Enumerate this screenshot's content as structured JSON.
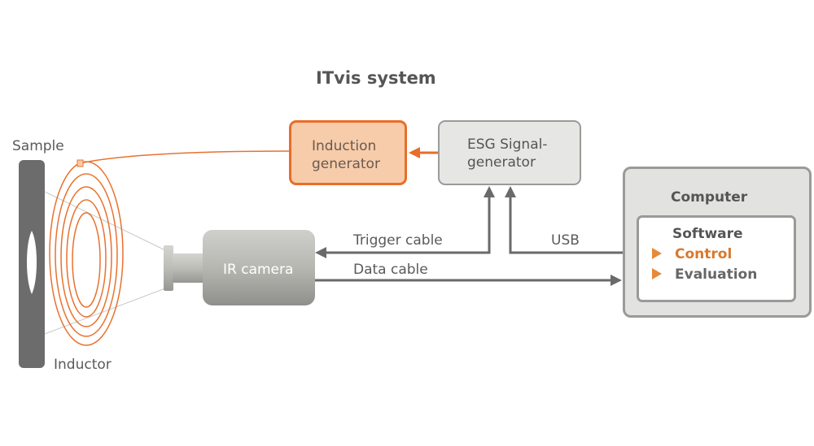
{
  "title": "ITvis system",
  "labels": {
    "sample": "Sample",
    "inductor": "Inductor",
    "trigger_cable": "Trigger cable",
    "data_cable": "Data cable",
    "usb": "USB"
  },
  "boxes": {
    "induction_generator": [
      "Induction",
      "generator"
    ],
    "esg_signal_generator": [
      "ESG Signal-",
      "generator"
    ],
    "ir_camera": "IR camera",
    "computer": {
      "title": "Computer",
      "software": {
        "title": "Software",
        "items": [
          "Control",
          "Evaluation"
        ]
      }
    }
  },
  "colors": {
    "accent": "#e86d2a",
    "arrow_gray": "#666666",
    "box_gray": "#e2e2e0",
    "coil": "#e8722f"
  }
}
